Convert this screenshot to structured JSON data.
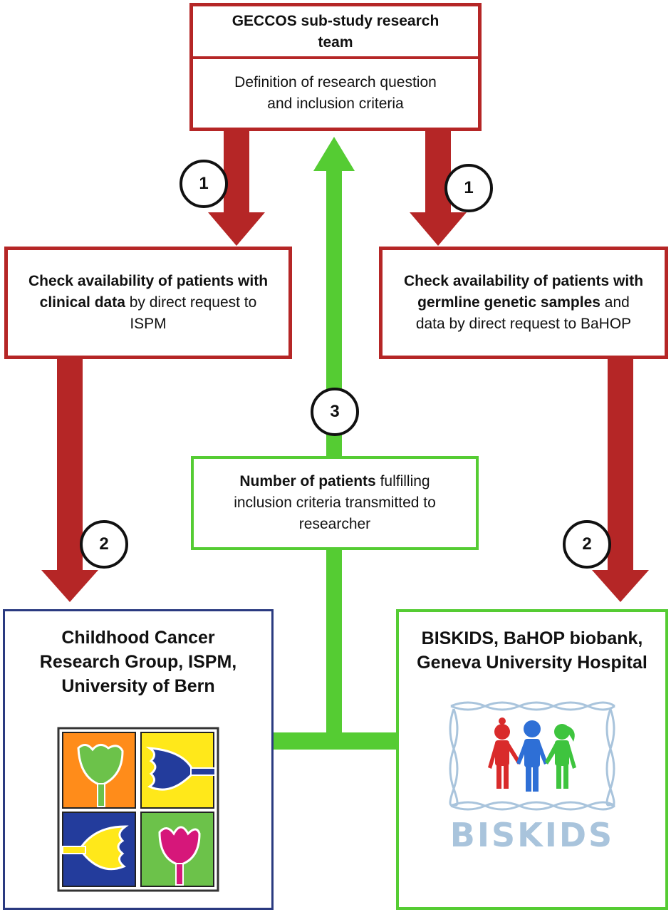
{
  "top_box": {
    "title": "GECCOS sub-study research team",
    "subtitle": "Definition of research question and inclusion criteria"
  },
  "left_check": {
    "bold": "Check availability of patients with clinical data",
    "rest": " by direct request to ISPM"
  },
  "right_check": {
    "bold": "Check availability of patients with germline genetic samples",
    "rest": " and data by direct request to BaHOP"
  },
  "middle_box": {
    "bold": "Number of patients",
    "rest": " fulfilling inclusion criteria transmitted to researcher"
  },
  "left_org": {
    "title": "Childhood Cancer Research Group, ISPM, University of Bern"
  },
  "right_org": {
    "title": "BISKIDS, BaHOP biobank, Geneva University Hospital",
    "logo_text": "BISKIDS"
  },
  "steps": {
    "step1_left": "1",
    "step1_right": "1",
    "step2_left": "2",
    "step2_right": "2",
    "step3": "3"
  },
  "colors": {
    "red": "#b52626",
    "green": "#55cc33",
    "blue": "#2a3a80"
  }
}
